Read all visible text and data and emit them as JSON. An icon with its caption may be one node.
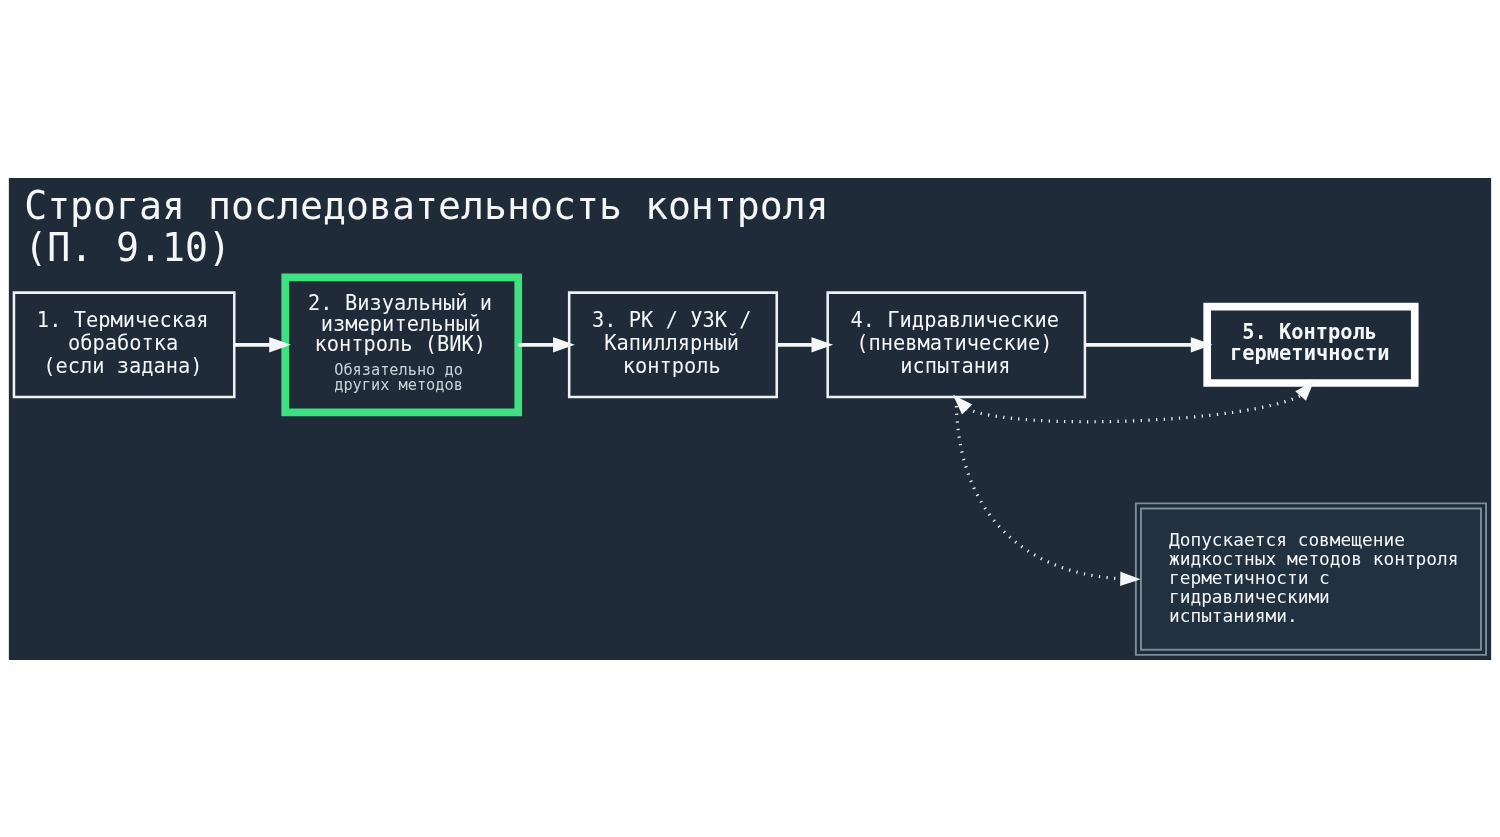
{
  "diagram": {
    "title": "Строгая последовательность контроля (П. 9.10)",
    "nodes": [
      {
        "text": [
          "1. Термическая обработка (если задана)"
        ]
      },
      {
        "text": [
          "2. Визуальный и измерительный контроль (ВИК)",
          "Обязательно до других методов"
        ]
      },
      {
        "text": [
          "3. РК / УЗК / Капиллярный контроль"
        ]
      },
      {
        "text": [
          "4. Гидравлические (пневматические) испытания"
        ]
      },
      {
        "text": [
          "5. Контроль герметичности"
        ]
      },
      {
        "text": [
          "Допускается совмещение жидкостных методов контроля герметичности с гидравлическими испытаниями."
        ]
      }
    ],
    "edges": [
      {
        "from": 0,
        "to": 1,
        "arrow": "to"
      },
      {
        "from": 1,
        "to": 2,
        "arrow": "to"
      },
      {
        "from": 2,
        "to": 3,
        "arrow": "to"
      },
      {
        "from": 3,
        "to": 4,
        "arrow": "to"
      },
      {
        "from": 3,
        "to": 4,
        "arrow": "both",
        "style": "dashed"
      },
      {
        "from": 3,
        "to": 5,
        "arrow": "to",
        "style": "dashed"
      }
    ]
  }
}
